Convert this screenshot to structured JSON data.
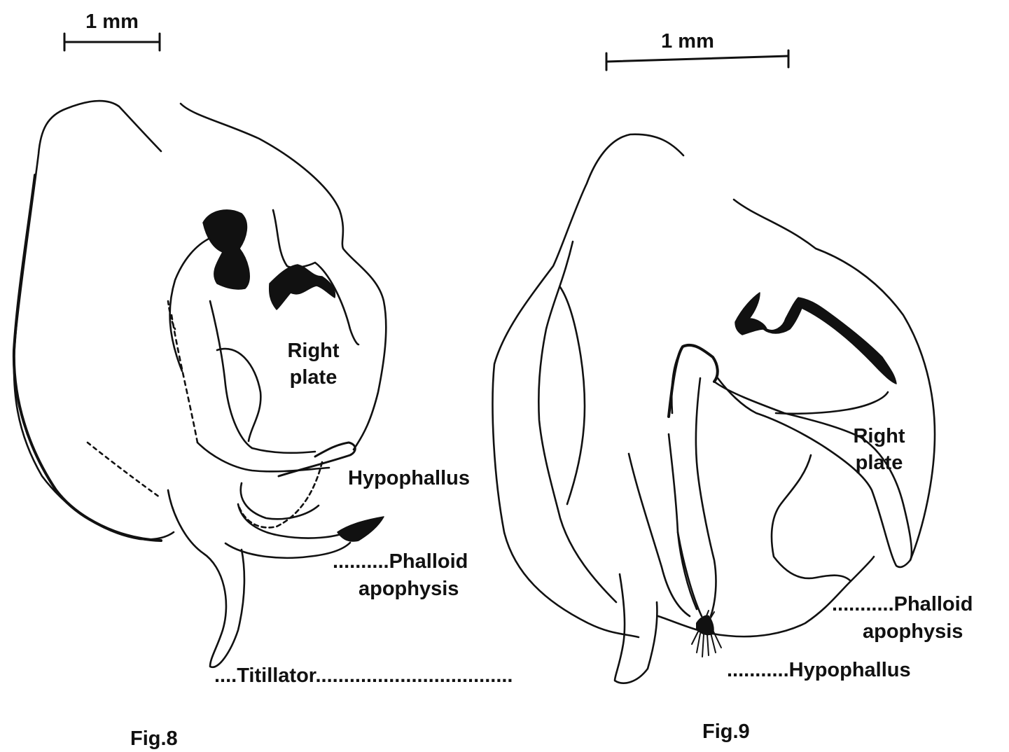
{
  "colors": {
    "ink": "#111111",
    "background": "#ffffff"
  },
  "figures": [
    {
      "id": "fig8",
      "caption": "Fig.8",
      "scale_bar": "1 mm",
      "labels": {
        "right_plate_line1": "Right",
        "right_plate_line2": "plate",
        "hypophallus": "Hypophallus",
        "phalloid_line1": "..........Phalloid",
        "phalloid_line2": "apophysis"
      }
    },
    {
      "id": "fig9",
      "caption": "Fig.9",
      "scale_bar": "1 mm",
      "labels": {
        "right_plate_line1": "Right",
        "right_plate_line2": "plate",
        "phalloid_line1": "...........Phalloid",
        "phalloid_line2": "apophysis",
        "hypophallus": "...........Hypophallus"
      }
    }
  ],
  "shared": {
    "titillator": "....Titillator..................................."
  }
}
